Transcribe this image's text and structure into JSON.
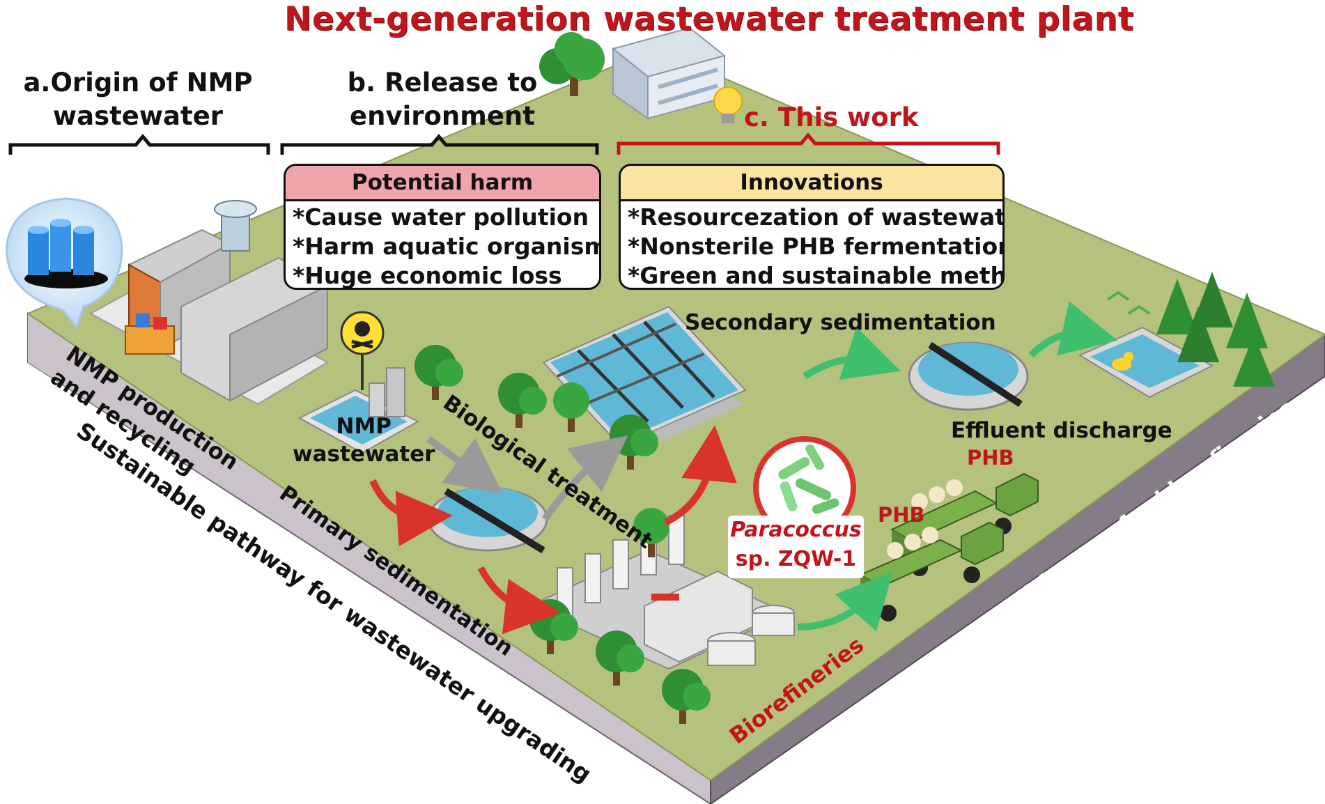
{
  "title": "Next-generation wastewater treatment plant",
  "sections": {
    "a": [
      "a.Origin of NMP",
      "wastewater"
    ],
    "b": [
      "b. Release to",
      "environment"
    ],
    "c": "c. This work"
  },
  "harm_box": {
    "header": "Potential harm",
    "items": [
      "*Cause water pollution",
      "*Harm aquatic organisms",
      "*Huge economic loss"
    ]
  },
  "innovation_box": {
    "header": "Innovations",
    "items": [
      "*Resourcezation of wastewater",
      "*Nonsterile PHB fermentation",
      "*Green and sustainable method"
    ]
  },
  "labels": {
    "nmp_production": [
      "NMP production",
      "and recycling"
    ],
    "nmp_wastewater": [
      "NMP",
      "wastewater"
    ],
    "primary_sedimentation": "Primary sedimentation",
    "biological_treatment": "Biological treatment",
    "secondary_sedimentation": "Secondary sedimentation",
    "effluent_discharge": "Effluent discharge",
    "strain": [
      "Paracoccus",
      "sp. ZQW-1"
    ],
    "phb_1": "PHB",
    "phb_2": "PHB",
    "biorefineries": "Biorefineries",
    "left_edge": "Sustainable pathway for wastewater upgrading",
    "right_edge": "Developing sustainable cell factory for biorefineries"
  },
  "colors": {
    "ground": "#b5c27d",
    "left_edge": "#c9c0c6",
    "right_edge": "#857c87",
    "title_red": "#c0151b",
    "harm_header": "#f0a5ad",
    "innovation_header": "#fbe3a0",
    "water": "#5fb9d6",
    "arrow_red": "#d8342b",
    "arrow_green": "#3fbf6d"
  }
}
